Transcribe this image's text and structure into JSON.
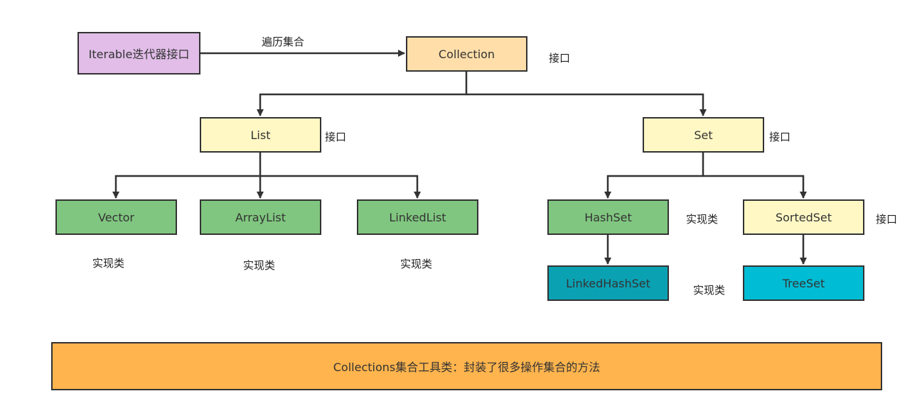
{
  "colors": {
    "interface_iterable": "#e1bde8",
    "interface_collection": "#ffdeaa",
    "interface_sub": "#fff8c5",
    "implementation": "#80c680",
    "implementation_dark": "#0aa2b3",
    "implementation_cyan": "#00bcd4",
    "utility": "#ffb44d",
    "line": "#333333"
  },
  "nodes": {
    "iterable": "Iterable迭代器接口",
    "collection": "Collection",
    "list": "List",
    "set": "Set",
    "vector": "Vector",
    "arraylist": "ArrayList",
    "linkedlist": "LinkedList",
    "hashset": "HashSet",
    "sortedset": "SortedSet",
    "linkedhashset": "LinkedHashSet",
    "treeset": "TreeSet",
    "collections": "Collections集合工具类：封装了很多操作集合的方法"
  },
  "labels": {
    "traverse": "遍历集合",
    "collection_type": "接口",
    "list_type": "接口",
    "set_type": "接口",
    "sortedset_type": "接口",
    "hashset_type": "实现类",
    "treeset_type": "实现类",
    "vector_type": "实现类",
    "arraylist_type": "实现类",
    "linkedlist_type": "实现类"
  }
}
